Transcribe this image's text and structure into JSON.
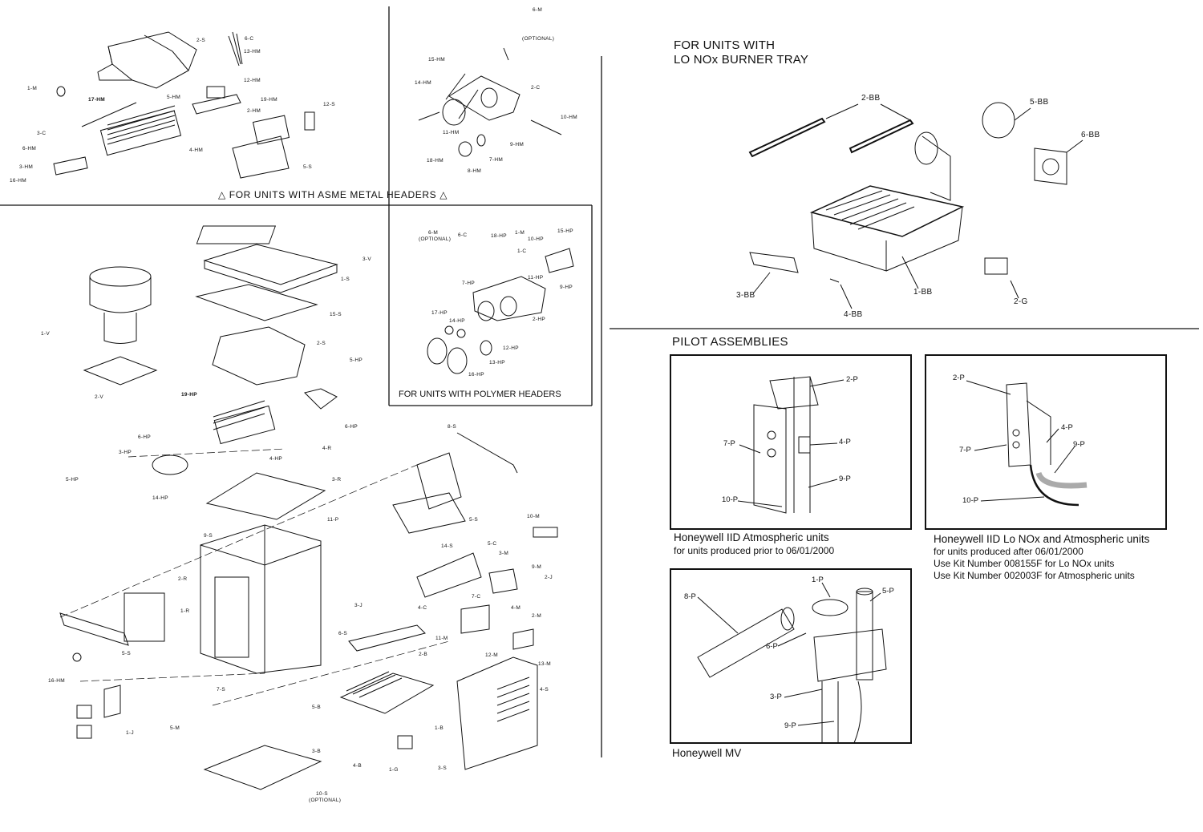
{
  "sections": {
    "asme_caption": "FOR UNITS WITH ASME METAL HEADERS",
    "polymer_caption": "FOR UNITS WITH POLYMER HEADERS",
    "lonox_title": "FOR UNITS WITH",
    "lonox_title2": "LO NOx BURNER TRAY",
    "pilot_title": "PILOT ASSEMBLIES"
  },
  "asme_labels": [
    "2-S",
    "6-C",
    "13-HM",
    "12-HM",
    "19-HM",
    "2-HM",
    "1-M",
    "17-HM",
    "5-HM",
    "12-S",
    "3-C",
    "6-HM",
    "4-HM",
    "3-HM",
    "16-HM",
    "5-S"
  ],
  "valve_labels": [
    "6-M",
    "(OPTIONAL)",
    "15-HM",
    "14-HM",
    "2-C",
    "10-HM",
    "11-HM",
    "9-HM",
    "18-HM",
    "7-HM",
    "8-HM"
  ],
  "polymer_labels": [
    "6-M",
    "(OPTIONAL)",
    "6-C",
    "18-HP",
    "1-M",
    "15-HP",
    "10-HP",
    "1-C",
    "11-HP",
    "7-HP",
    "9-HP",
    "2-HP",
    "17-HP",
    "14-HP",
    "12-HP",
    "13-HP",
    "16-HP"
  ],
  "main_labels": [
    "3-V",
    "1-S",
    "15-S",
    "1-V",
    "2-S",
    "2-V",
    "5-HP",
    "19-HP",
    "6-HP",
    "6-HP",
    "3-HP",
    "4-HP",
    "4-R",
    "5-HP",
    "14-HP",
    "8-S",
    "3-R",
    "5-S",
    "10-M",
    "11-P",
    "9-S",
    "5-C",
    "3-M",
    "14-S",
    "9-M",
    "2-R",
    "2-J",
    "1-R",
    "3-J",
    "7-C",
    "4-C",
    "4-M",
    "2-M",
    "6-S",
    "11-M",
    "2-B",
    "5-S",
    "12-M",
    "13-M",
    "16-HM",
    "7-S",
    "4-S",
    "5-B",
    "1-B",
    "1-J",
    "5-M",
    "3-B",
    "4-B",
    "1-G",
    "3-S",
    "10-S",
    "(OPTIONAL)"
  ],
  "lonox_labels": [
    "2-BB",
    "5-BB",
    "6-BB",
    "3-BB",
    "4-BB",
    "1-BB",
    "2-G"
  ],
  "pilots": {
    "box1": {
      "labels": [
        "2-P",
        "7-P",
        "4-P",
        "9-P",
        "10-P"
      ],
      "caption": "Honeywell IID Atmospheric units",
      "sub": "for units produced prior to 06/01/2000"
    },
    "box2": {
      "labels": [
        "2-P",
        "4-P",
        "7-P",
        "9-P",
        "10-P"
      ],
      "caption": "Honeywell IID Lo NOx and Atmospheric units",
      "sub1": "for units produced after 06/01/2000",
      "sub2": "Use Kit Number 008155F for Lo NOx units",
      "sub3": "Use Kit Number 002003F for Atmospheric units"
    },
    "box3": {
      "labels": [
        "1-P",
        "8-P",
        "5-P",
        "6-P",
        "3-P",
        "9-P"
      ],
      "caption": "Honeywell MV"
    }
  }
}
